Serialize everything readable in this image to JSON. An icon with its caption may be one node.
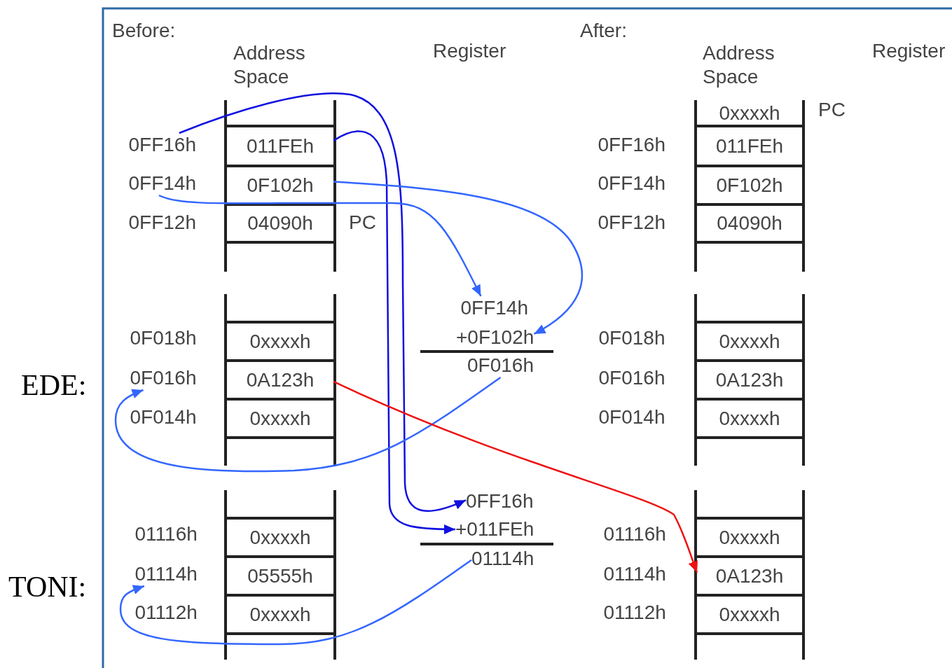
{
  "diagram": {
    "nodes": [
      {
        "text": [
          "0FF16h"
        ]
      },
      {
        "text": [
          "011FEh"
        ]
      },
      {
        "text": [
          "0FF14h"
        ]
      },
      {
        "text": [
          "0F102h"
        ]
      },
      {
        "text": [
          "04090h"
        ]
      },
      {
        "text": [
          "0FF14h"
        ]
      },
      {
        "text": [
          "+0F102h"
        ]
      },
      {
        "text": [
          "0F016h"
        ]
      },
      {
        "text": [
          "0xxxxh"
        ]
      },
      {
        "text": [
          "0F016h"
        ]
      },
      {
        "text": [
          "0A123h"
        ]
      },
      {
        "text": [
          "0xxxxh"
        ]
      },
      {
        "text": [
          "0FF16h"
        ]
      },
      {
        "text": [
          "+011FEh"
        ]
      },
      {
        "text": [
          "01114h"
        ]
      },
      {
        "text": [
          "0xxxxh"
        ]
      },
      {
        "text": [
          "01114h"
        ]
      },
      {
        "text": [
          "05555h"
        ]
      },
      {
        "text": [
          "0xxxxh"
        ]
      },
      {
        "text": [
          "0xxxxh"
        ]
      },
      {
        "text": [
          "011FEh"
        ]
      },
      {
        "text": [
          "0F102h"
        ]
      },
      {
        "text": [
          "04090h"
        ]
      },
      {
        "text": [
          "0xxxxh"
        ]
      },
      {
        "text": [
          "0A123h"
        ]
      },
      {
        "text": [
          "0xxxxh"
        ]
      },
      {
        "text": [
          "0xxxxh"
        ]
      },
      {
        "text": [
          "0A123h"
        ]
      },
      {
        "text": [
          "0xxxxh"
        ]
      }
    ],
    "edges": [
      {
        "from": 0,
        "to": 12,
        "arrow": "to",
        "color": "#1010e0"
      },
      {
        "from": 1,
        "to": 13,
        "arrow": "to",
        "color": "#1010e0"
      },
      {
        "from": 2,
        "to": 5,
        "arrow": "to"
      },
      {
        "from": 3,
        "to": 6,
        "arrow": "to"
      },
      {
        "from": 7,
        "to": 9,
        "arrow": "to"
      },
      {
        "from": 14,
        "to": 16,
        "arrow": "to"
      },
      {
        "from": 10,
        "to": 27,
        "arrow": "to",
        "color": "#ee1111"
      }
    ],
    "labels": [
      "Before:",
      "Address Space",
      "Register",
      "After:",
      "Address Space",
      "Register",
      "PC",
      "0FF16h",
      "0FF14h",
      "0FF12h",
      "PC",
      "0FF12h",
      "0F018h",
      "0F018h",
      "EDE:",
      "0F016h",
      "0F014h",
      "0F014h",
      "01116h",
      "01116h",
      "TONI:",
      "01114h",
      "01112h",
      "01112h"
    ]
  }
}
